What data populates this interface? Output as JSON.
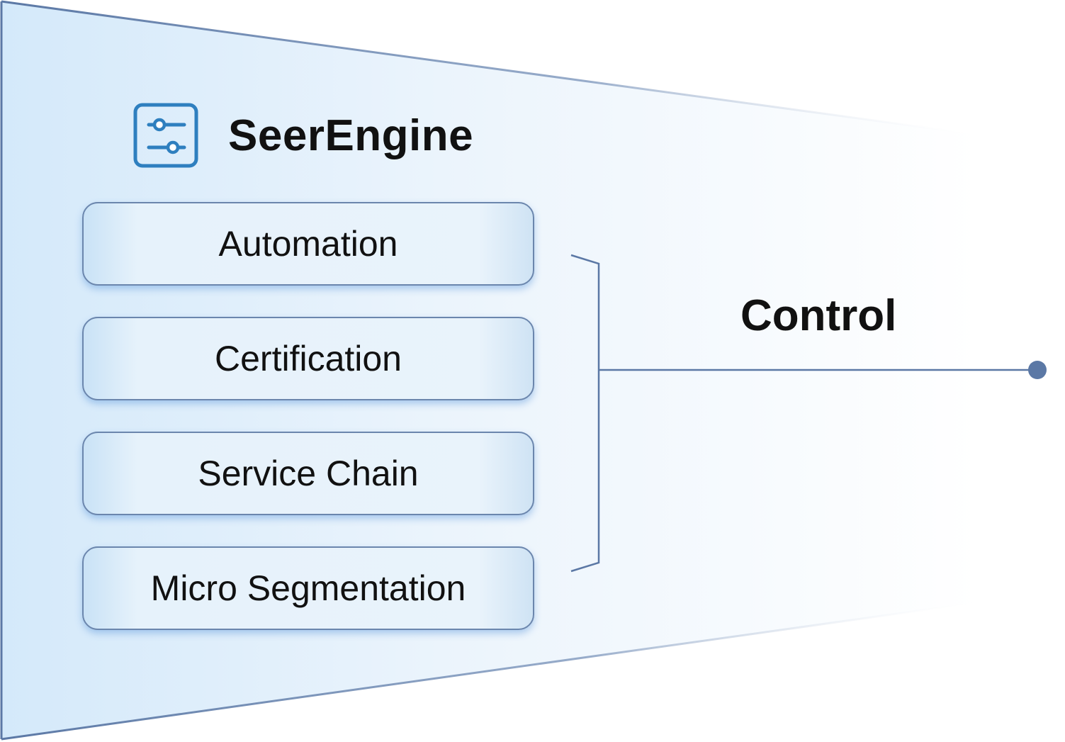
{
  "title": "SeerEngine",
  "modules": [
    {
      "label": "Automation"
    },
    {
      "label": "Certification"
    },
    {
      "label": "Service Chain"
    },
    {
      "label": "Micro Segmentation"
    }
  ],
  "side_label": "Control",
  "icon": "sliders-icon",
  "colors": {
    "accent": "#2e7fbf",
    "line": "#5b78a5",
    "panel_light": "#d4e9fa",
    "box_border": "#6b86ad"
  }
}
